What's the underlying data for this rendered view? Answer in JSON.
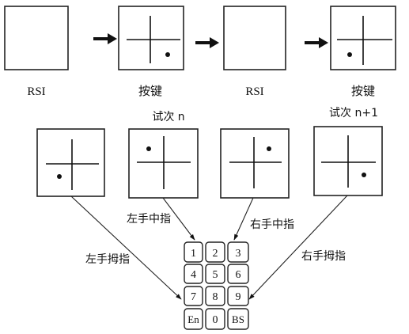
{
  "sequence": {
    "steps": [
      {
        "label": "RSI",
        "stimulus": "blank"
      },
      {
        "label": "按键",
        "stimulus": "cross-dot",
        "dot": "bottom-right"
      },
      {
        "label": "RSI",
        "stimulus": "blank"
      },
      {
        "label": "按键",
        "stimulus": "cross-dot",
        "dot": "bottom-left"
      }
    ]
  },
  "trials": {
    "label_n": "试次 n",
    "label_n1": "试次 n+1",
    "panels": [
      {
        "dot": "bottom-left",
        "finger": "左手拇指"
      },
      {
        "dot": "top-left",
        "finger": "左手中指"
      },
      {
        "dot": "top-right",
        "finger": "右手中指"
      },
      {
        "dot": "bottom-right",
        "finger": "右手拇指"
      }
    ]
  },
  "keypad": {
    "rows": [
      [
        "1",
        "2",
        "3"
      ],
      [
        "4",
        "5",
        "6"
      ],
      [
        "7",
        "8",
        "9"
      ],
      [
        "En",
        "0",
        "BS"
      ]
    ]
  },
  "icons": {
    "arrow": "right-arrow-icon"
  }
}
